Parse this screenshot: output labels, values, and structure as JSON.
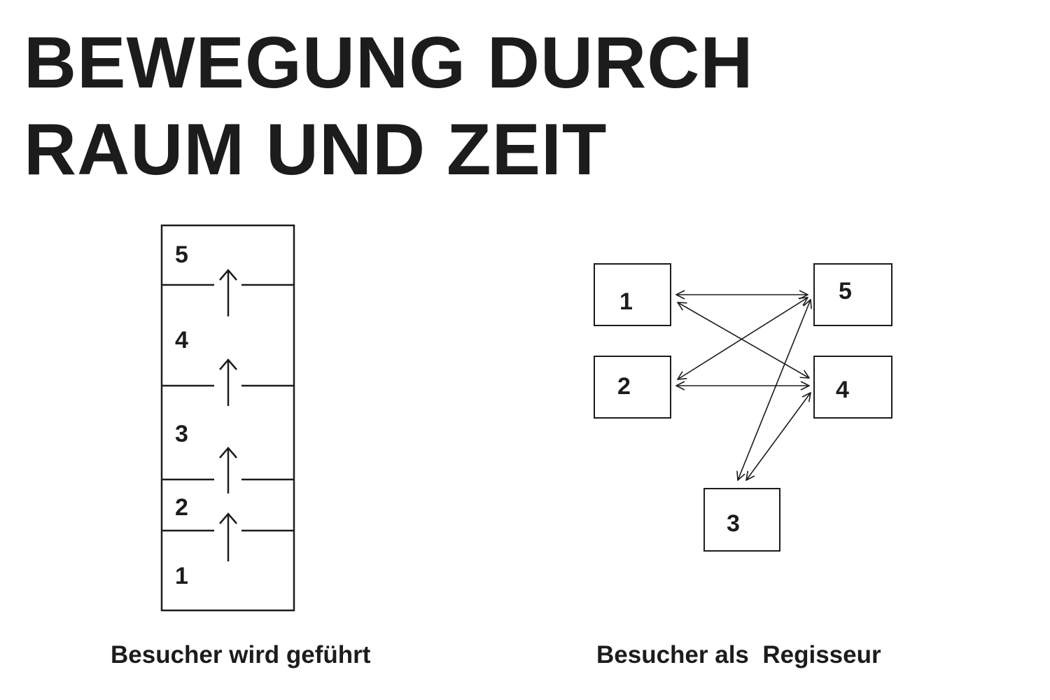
{
  "title": {
    "line1": "BEWEGUNG DURCH",
    "line2": "RAUM UND ZEIT"
  },
  "guided": {
    "caption": "Besucher wird geführt",
    "rooms": [
      "5",
      "4",
      "3",
      "2",
      "1"
    ]
  },
  "director": {
    "caption": "Besucher als  Regisseur",
    "rooms": [
      "1",
      "5",
      "2",
      "4",
      "3"
    ]
  }
}
